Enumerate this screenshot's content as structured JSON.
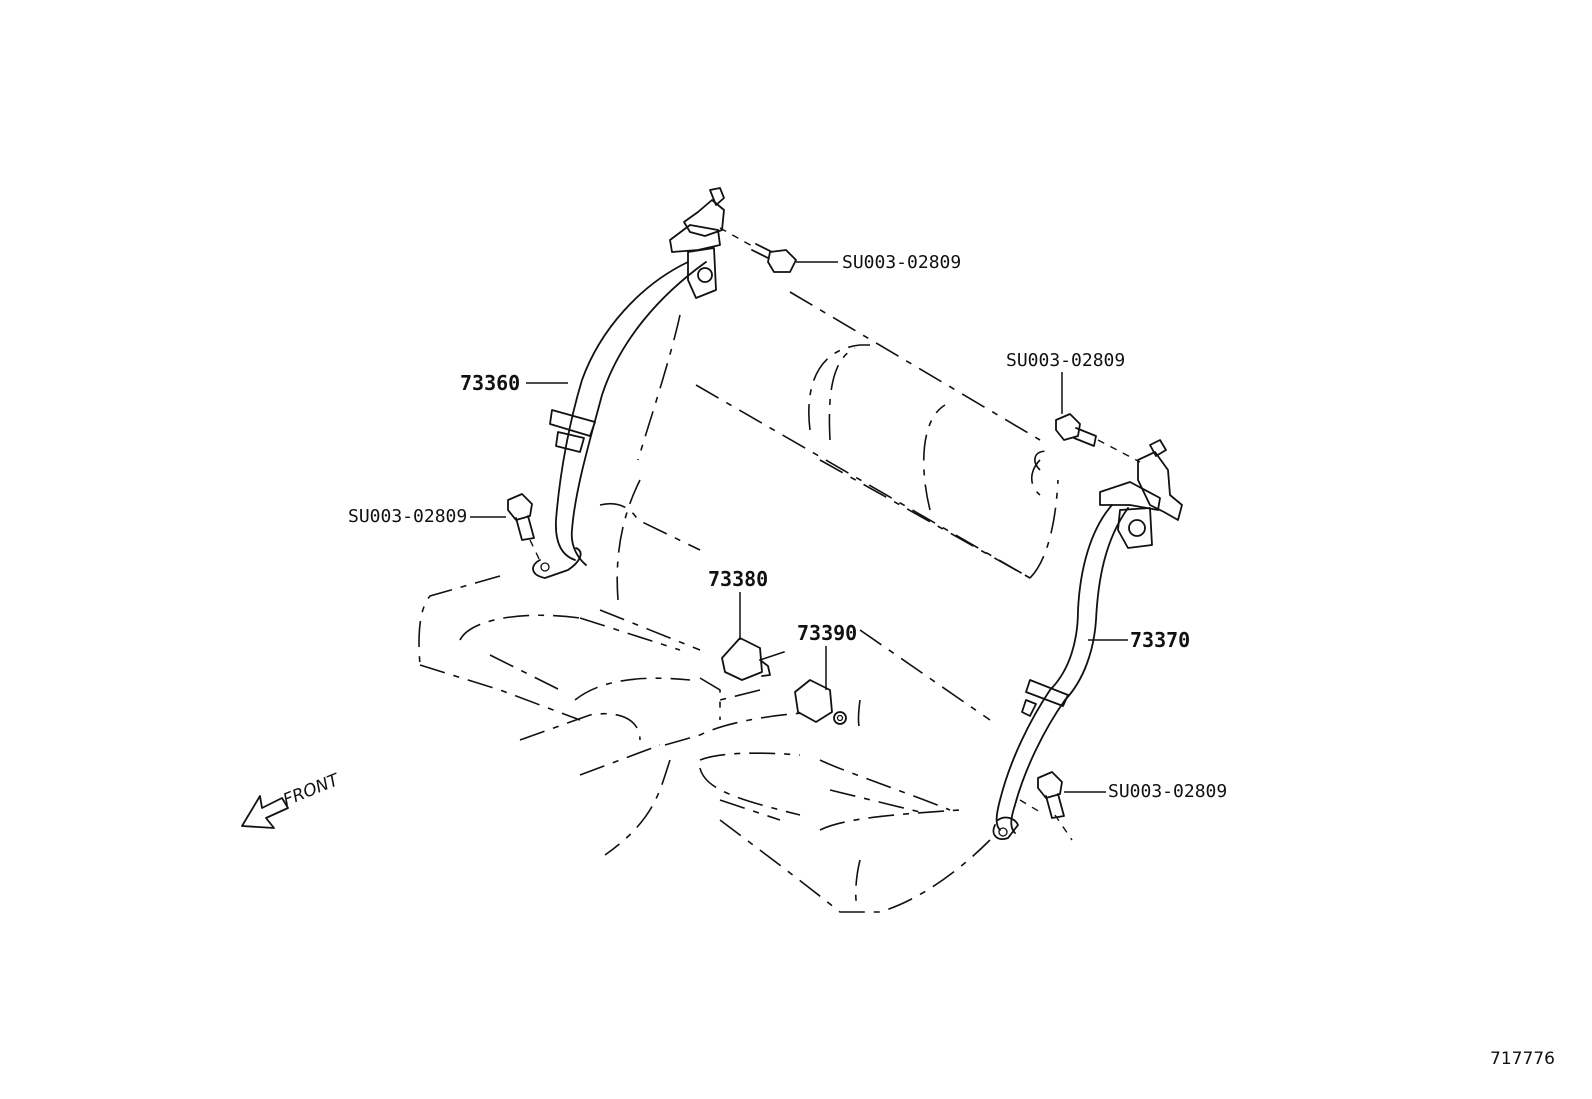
{
  "diagram": {
    "callouts": {
      "bolt_top": "SU003-02809",
      "bolt_right_upper": "SU003-02809",
      "bolt_left": "SU003-02809",
      "bolt_right_lower": "SU003-02809",
      "belt_left": "73360",
      "belt_right": "73370",
      "buckle_left": "73380",
      "buckle_right": "73390"
    },
    "direction_label": "FRONT",
    "figure_id": "717776"
  }
}
